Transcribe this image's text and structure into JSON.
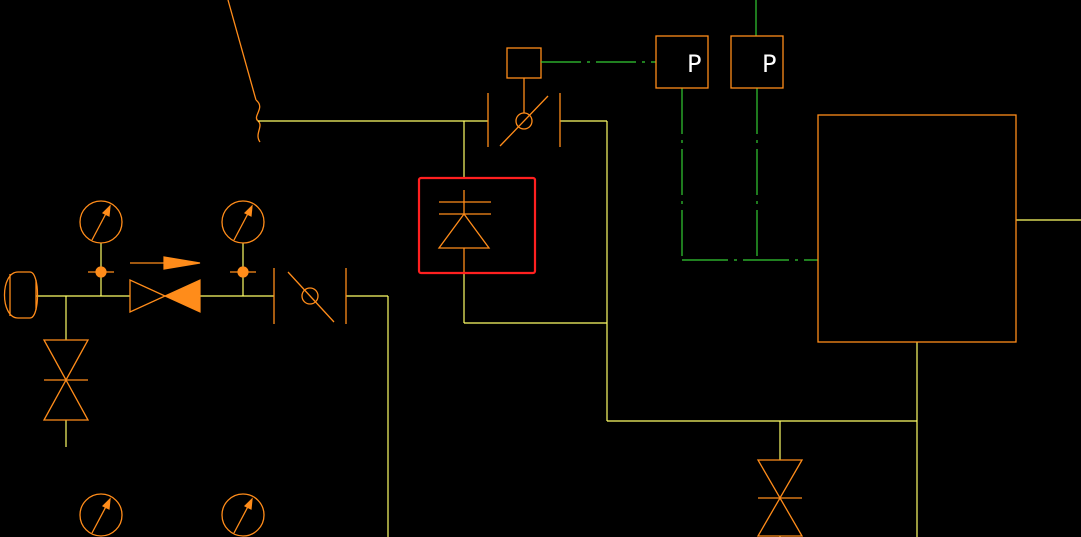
{
  "diagram": {
    "type": "P&ID schematic (CAD view)",
    "colors": {
      "background": "#000000",
      "pipe": "#FFFF66",
      "equipment": "#FF8C1A",
      "signal": "#33CC33",
      "selection": "#FF2020",
      "label": "#FFFFFF"
    },
    "labels": {
      "pressure_switch_1": "P",
      "pressure_switch_2": "P"
    },
    "symbols": [
      "pressure-gauge",
      "gate-valve",
      "check-valve",
      "butterfly-valve",
      "pressure-reducing-valve",
      "flow-direction-arrow",
      "pressure-switch",
      "alarm-valve",
      "tank"
    ],
    "selected_symbol": "pressure-reducing-valve"
  }
}
